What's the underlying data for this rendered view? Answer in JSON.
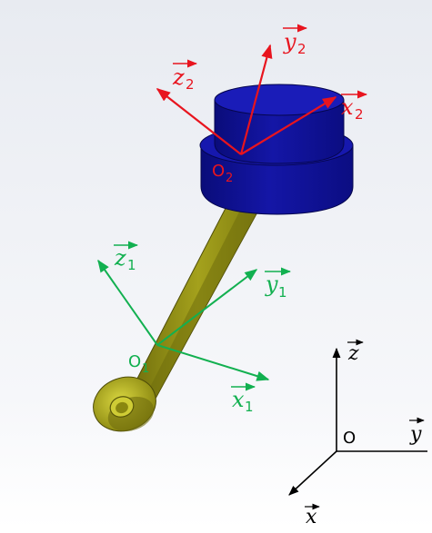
{
  "frames": {
    "frame2": {
      "color": "#e8141e",
      "origin_label": "O",
      "origin_sub": "2",
      "x_label": "x",
      "x_sub": "2",
      "y_label": "y",
      "y_sub": "2",
      "z_label": "z",
      "z_sub": "2"
    },
    "frame1": {
      "color": "#12b050",
      "origin_label": "O",
      "origin_sub": "1",
      "x_label": "x",
      "x_sub": "1",
      "y_label": "y",
      "y_sub": "1",
      "z_label": "z",
      "z_sub": "1"
    },
    "frame0": {
      "color": "#000000",
      "origin_label": "O",
      "x_label": "x",
      "y_label": "y",
      "z_label": "z"
    }
  },
  "parts": {
    "piston_color": "#10129a",
    "rod_color": "#8c8a12",
    "background_top": "#e9ecf2"
  }
}
